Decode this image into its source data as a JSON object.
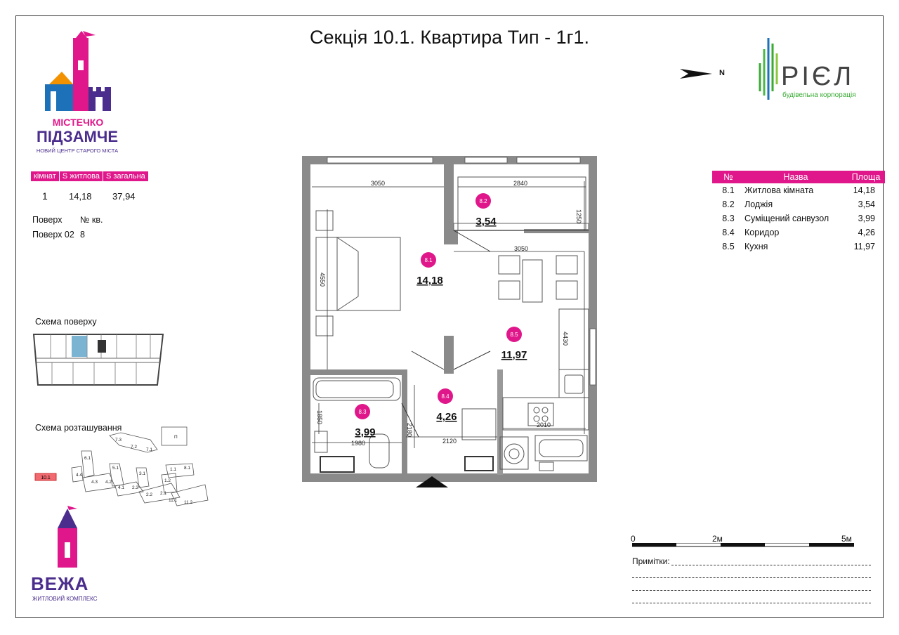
{
  "header": {
    "title": "Секція 10.1. Квартира Тип - 1г1."
  },
  "brand_left": {
    "line1": "МІСТЕЧКО",
    "line2": "ПІДЗАМЧЕ",
    "tagline": "НОВИЙ ЦЕНТР СТАРОГО МІСТА"
  },
  "brand_right": {
    "name": "РІЄЛ",
    "subtitle": "будівельна корпорація"
  },
  "compass": {
    "label": "N"
  },
  "stats": {
    "headers": [
      "кімнат",
      "S житлова",
      "S загальна"
    ],
    "values": [
      "1",
      "14,18",
      "37,94"
    ]
  },
  "floor_info": {
    "floor_label": "Поверх",
    "apt_label": "№ кв.",
    "floor_value": "Поверх 02",
    "apt_value": "8"
  },
  "floor_scheme": {
    "label": "Схема поверху"
  },
  "location_scheme": {
    "label": "Схема розташування",
    "current_section": "10.1",
    "sections": [
      "7.3",
      "7.2",
      "7.1",
      "П",
      "6.1",
      "5.1",
      "3.1",
      "1.1",
      "8.1",
      "4.4",
      "4.3",
      "4.2",
      "4.1",
      "2.3",
      "2.2",
      "2.1",
      "1.2",
      "11.1",
      "11.2"
    ]
  },
  "rooms_table": {
    "headers": [
      "№",
      "Назва",
      "Площа"
    ],
    "rows": [
      {
        "num": "8.1",
        "name": "Житлова кімната",
        "area": "14,18"
      },
      {
        "num": "8.2",
        "name": "Лоджія",
        "area": "3,54"
      },
      {
        "num": "8.3",
        "name": "Суміщений санвузол",
        "area": "3,99"
      },
      {
        "num": "8.4",
        "name": "Коридор",
        "area": "4,26"
      },
      {
        "num": "8.5",
        "name": "Кухня",
        "area": "11,97"
      }
    ]
  },
  "plan": {
    "rooms": [
      {
        "id": "8.1",
        "area": "14,18"
      },
      {
        "id": "8.2",
        "area": "3,54"
      },
      {
        "id": "8.3",
        "area": "3,99"
      },
      {
        "id": "8.4",
        "area": "4,26"
      },
      {
        "id": "8.5",
        "area": "11,97"
      }
    ],
    "dimensions": {
      "d3050a": "3050",
      "d2840": "2840",
      "d1250": "1250",
      "d3050b": "3050",
      "d4550": "4550",
      "d4430": "4430",
      "d1850": "1850",
      "d1980": "1980",
      "d2180": "2180",
      "d2120": "2120",
      "d2010": "2010"
    }
  },
  "scale": {
    "zero": "0",
    "mid": "2м",
    "end": "5м"
  },
  "notes": {
    "label": "Примітки:"
  },
  "brand_bottom": {
    "name": "ВЕЖА",
    "subtitle": "ЖИТЛОВИЙ КОМПЛЕКС"
  },
  "colors": {
    "accent": "#e0178a",
    "purple": "#4a2d8c",
    "orange": "#f39200",
    "blue": "#1d71b8",
    "green": "#3aaa35"
  }
}
